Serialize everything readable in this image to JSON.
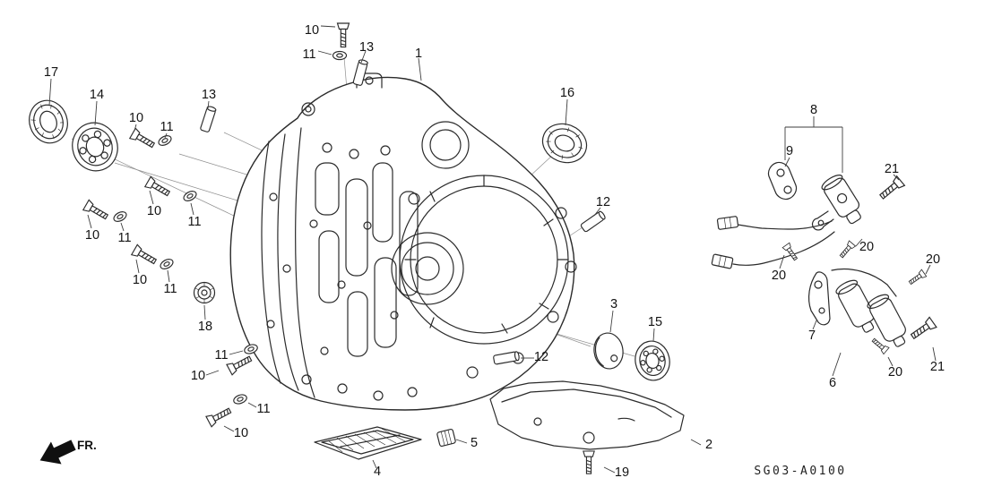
{
  "diagram": {
    "code": "SG03-A0100",
    "direction_label": "FR.",
    "ink_color": "#2b2b2b",
    "background_color": "#ffffff",
    "callouts": [
      "10",
      "11",
      "13",
      "1",
      "17",
      "14",
      "13",
      "10",
      "11",
      "16",
      "8",
      "9",
      "21",
      "12",
      "10",
      "11",
      "20",
      "10",
      "11",
      "20",
      "20",
      "10",
      "11",
      "18",
      "3",
      "15",
      "7",
      "12",
      "11",
      "10",
      "6",
      "20",
      "21",
      "11",
      "10",
      "5",
      "2",
      "4",
      "19"
    ]
  }
}
